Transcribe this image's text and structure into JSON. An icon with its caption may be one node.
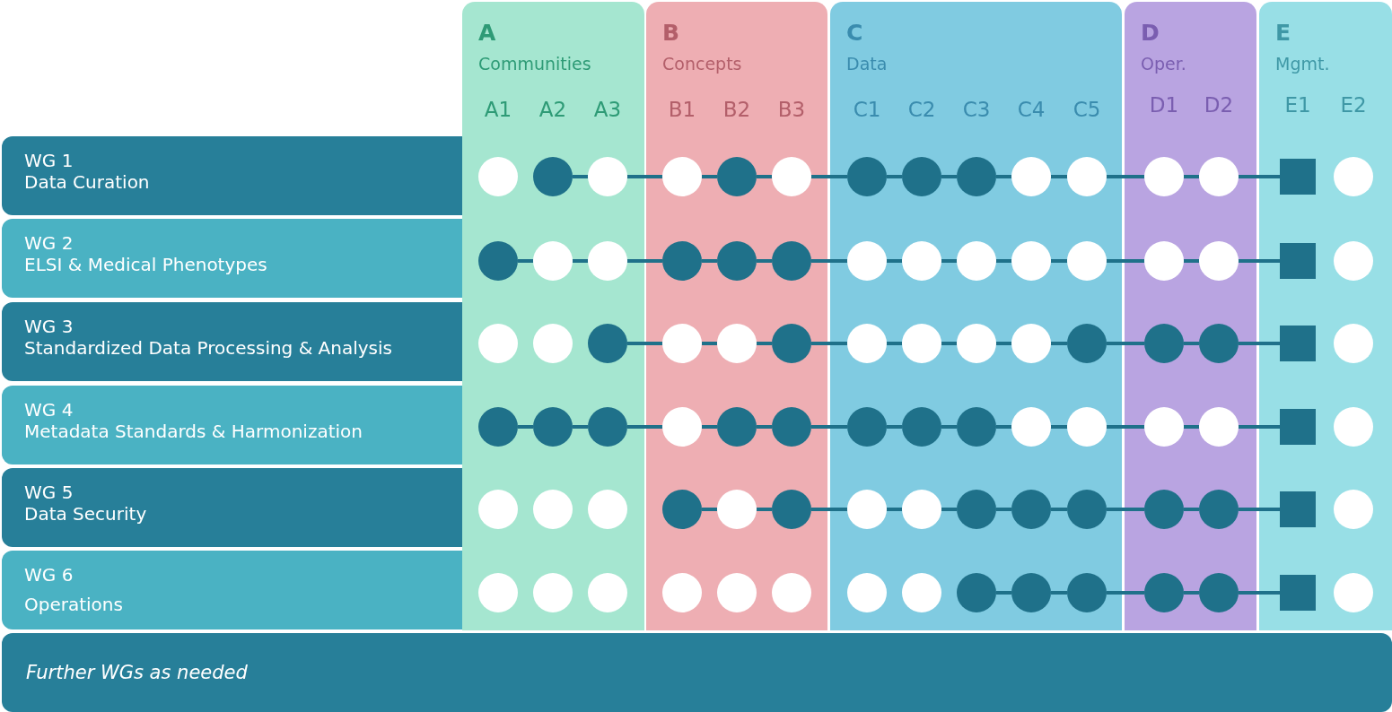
{
  "diagram": {
    "nodes": [
      {
        "text": [
          "A",
          "Communities",
          "A1",
          "A2",
          "A3"
        ]
      },
      {
        "text": [
          "B",
          "Concepts",
          "B1",
          "B2",
          "B3"
        ]
      },
      {
        "text": [
          "C",
          "Data",
          "C1",
          "C2",
          "C3",
          "C4",
          "C5"
        ]
      },
      {
        "text": [
          "D",
          "Oper.",
          "D1",
          "D2"
        ]
      },
      {
        "text": [
          "E",
          "Mgmt.",
          "E1",
          "E2"
        ]
      },
      {
        "text": [
          "WG 1",
          "Data Curation"
        ]
      },
      {
        "text": [
          "WG 2",
          "ELSI & Medical Phenotypes"
        ]
      },
      {
        "text": [
          "WG 3",
          "Standardized Data Processing & Analysis"
        ]
      },
      {
        "text": [
          "WG 4",
          "Metadata Standards & Harmonization"
        ]
      },
      {
        "text": [
          "WG 5",
          "Data Security"
        ]
      },
      {
        "text": [
          "WG 6",
          "Operations"
        ]
      },
      {
        "text": [
          "Further WGs as needed"
        ]
      },
      {
        "text": [],
        "shape": "circle",
        "in": 0
      },
      {
        "text": [],
        "shape": "circle",
        "in": 0
      },
      {
        "text": [],
        "shape": "circle",
        "in": 0
      },
      {
        "text": [],
        "shape": "circle",
        "in": 1
      },
      {
        "text": [],
        "shape": "circle",
        "in": 1
      },
      {
        "text": [],
        "shape": "circle",
        "in": 1
      },
      {
        "text": [],
        "shape": "circle",
        "in": 2
      },
      {
        "text": [],
        "shape": "circle",
        "in": 2
      },
      {
        "text": [],
        "shape": "circle",
        "in": 2
      },
      {
        "text": [],
        "shape": "circle",
        "in": 2
      },
      {
        "text": [],
        "shape": "circle",
        "in": 2
      },
      {
        "text": [],
        "shape": "circle",
        "in": 3
      },
      {
        "text": [],
        "shape": "circle",
        "in": 3
      },
      {
        "text": [],
        "shape": "box",
        "in": 4
      },
      {
        "text": [],
        "shape": "circle",
        "in": 4
      },
      {
        "text": [],
        "shape": "circle",
        "in": 0
      },
      {
        "text": [],
        "shape": "circle",
        "in": 0
      },
      {
        "text": [],
        "shape": "circle",
        "in": 0
      },
      {
        "text": [],
        "shape": "circle",
        "in": 1
      },
      {
        "text": [],
        "shape": "circle",
        "in": 1
      },
      {
        "text": [],
        "shape": "circle",
        "in": 1
      },
      {
        "text": [],
        "shape": "circle",
        "in": 2
      },
      {
        "text": [],
        "shape": "circle",
        "in": 2
      },
      {
        "text": [],
        "shape": "circle",
        "in": 2
      },
      {
        "text": [],
        "shape": "circle",
        "in": 2
      },
      {
        "text": [],
        "shape": "circle",
        "in": 2
      },
      {
        "text": [],
        "shape": "circle",
        "in": 3
      },
      {
        "text": [],
        "shape": "circle",
        "in": 3
      },
      {
        "text": [],
        "shape": "box",
        "in": 4
      },
      {
        "text": [],
        "shape": "circle",
        "in": 4
      },
      {
        "text": [],
        "shape": "circle",
        "in": 0
      },
      {
        "text": [],
        "shape": "circle",
        "in": 0
      },
      {
        "text": [],
        "shape": "circle",
        "in": 0
      },
      {
        "text": [],
        "shape": "circle",
        "in": 1
      },
      {
        "text": [],
        "shape": "circle",
        "in": 1
      },
      {
        "text": [],
        "shape": "circle",
        "in": 1
      },
      {
        "text": [],
        "shape": "circle",
        "in": 2
      },
      {
        "text": [],
        "shape": "circle",
        "in": 2
      },
      {
        "text": [],
        "shape": "circle",
        "in": 2
      },
      {
        "text": [],
        "shape": "circle",
        "in": 2
      },
      {
        "text": [],
        "shape": "circle",
        "in": 2
      },
      {
        "text": [],
        "shape": "circle",
        "in": 3
      },
      {
        "text": [],
        "shape": "circle",
        "in": 3
      },
      {
        "text": [],
        "shape": "box",
        "in": 4
      },
      {
        "text": [],
        "shape": "circle",
        "in": 4
      },
      {
        "text": [],
        "shape": "circle",
        "in": 0
      },
      {
        "text": [],
        "shape": "circle",
        "in": 0
      },
      {
        "text": [],
        "shape": "circle",
        "in": 0
      },
      {
        "text": [],
        "shape": "circle",
        "in": 1
      },
      {
        "text": [],
        "shape": "circle",
        "in": 1
      },
      {
        "text": [],
        "shape": "circle",
        "in": 1
      },
      {
        "text": [],
        "shape": "circle",
        "in": 2
      },
      {
        "text": [],
        "shape": "circle",
        "in": 2
      },
      {
        "text": [],
        "shape": "circle",
        "in": 2
      },
      {
        "text": [],
        "shape": "circle",
        "in": 2
      },
      {
        "text": [],
        "shape": "circle",
        "in": 2
      },
      {
        "text": [],
        "shape": "circle",
        "in": 3
      },
      {
        "text": [],
        "shape": "circle",
        "in": 3
      },
      {
        "text": [],
        "shape": "box",
        "in": 4
      },
      {
        "text": [],
        "shape": "circle",
        "in": 4
      },
      {
        "text": [],
        "shape": "circle",
        "in": 0
      },
      {
        "text": [],
        "shape": "circle",
        "in": 0
      },
      {
        "text": [],
        "shape": "circle",
        "in": 0
      },
      {
        "text": [],
        "shape": "circle",
        "in": 1
      },
      {
        "text": [],
        "shape": "circle",
        "in": 1
      },
      {
        "text": [],
        "shape": "circle",
        "in": 1
      },
      {
        "text": [],
        "shape": "circle",
        "in": 2
      },
      {
        "text": [],
        "shape": "circle",
        "in": 2
      },
      {
        "text": [],
        "shape": "circle",
        "in": 2
      },
      {
        "text": [],
        "shape": "circle",
        "in": 2
      },
      {
        "text": [],
        "shape": "circle",
        "in": 2
      },
      {
        "text": [],
        "shape": "circle",
        "in": 3
      },
      {
        "text": [],
        "shape": "circle",
        "in": 3
      },
      {
        "text": [],
        "shape": "box",
        "in": 4
      },
      {
        "text": [],
        "shape": "circle",
        "in": 4
      },
      {
        "text": [],
        "shape": "circle",
        "in": 0
      },
      {
        "text": [],
        "shape": "circle",
        "in": 0
      },
      {
        "text": [],
        "shape": "circle",
        "in": 0
      },
      {
        "text": [],
        "shape": "circle",
        "in": 1
      },
      {
        "text": [],
        "shape": "circle",
        "in": 1
      },
      {
        "text": [],
        "shape": "circle",
        "in": 1
      },
      {
        "text": [],
        "shape": "circle",
        "in": 2
      },
      {
        "text": [],
        "shape": "circle",
        "in": 2
      },
      {
        "text": [],
        "shape": "circle",
        "in": 2
      },
      {
        "text": [],
        "shape": "circle",
        "in": 2
      },
      {
        "text": [],
        "shape": "circle",
        "in": 2
      },
      {
        "text": [],
        "shape": "circle",
        "in": 3
      },
      {
        "text": [],
        "shape": "circle",
        "in": 3
      },
      {
        "text": [],
        "shape": "box",
        "in": 4
      },
      {
        "text": [],
        "shape": "circle",
        "in": 4
      }
    ],
    "edges": [
      {
        "from": 13,
        "to": 14,
        "arrow": "none"
      },
      {
        "from": 14,
        "to": 15,
        "arrow": "none"
      },
      {
        "from": 15,
        "to": 16,
        "arrow": "none"
      },
      {
        "from": 16,
        "to": 17,
        "arrow": "none"
      },
      {
        "from": 17,
        "to": 18,
        "arrow": "none"
      },
      {
        "from": 18,
        "to": 19,
        "arrow": "none"
      },
      {
        "from": 19,
        "to": 20,
        "arrow": "none"
      },
      {
        "from": 20,
        "to": 21,
        "arrow": "none"
      },
      {
        "from": 21,
        "to": 22,
        "arrow": "none"
      },
      {
        "from": 22,
        "to": 23,
        "arrow": "none"
      },
      {
        "from": 23,
        "to": 24,
        "arrow": "none"
      },
      {
        "from": 24,
        "to": 25,
        "arrow": "none"
      },
      {
        "from": 27,
        "to": 28,
        "arrow": "none"
      },
      {
        "from": 28,
        "to": 29,
        "arrow": "none"
      },
      {
        "from": 29,
        "to": 30,
        "arrow": "none"
      },
      {
        "from": 30,
        "to": 31,
        "arrow": "none"
      },
      {
        "from": 31,
        "to": 32,
        "arrow": "none"
      },
      {
        "from": 32,
        "to": 33,
        "arrow": "none"
      },
      {
        "from": 33,
        "to": 34,
        "arrow": "none"
      },
      {
        "from": 34,
        "to": 35,
        "arrow": "none"
      },
      {
        "from": 35,
        "to": 36,
        "arrow": "none"
      },
      {
        "from": 36,
        "to": 37,
        "arrow": "none"
      },
      {
        "from": 37,
        "to": 38,
        "arrow": "none"
      },
      {
        "from": 38,
        "to": 39,
        "arrow": "none"
      },
      {
        "from": 39,
        "to": 40,
        "arrow": "none"
      },
      {
        "from": 44,
        "to": 45,
        "arrow": "none"
      },
      {
        "from": 45,
        "to": 46,
        "arrow": "none"
      },
      {
        "from": 46,
        "to": 47,
        "arrow": "none"
      },
      {
        "from": 47,
        "to": 48,
        "arrow": "none"
      },
      {
        "from": 48,
        "to": 49,
        "arrow": "none"
      },
      {
        "from": 49,
        "to": 50,
        "arrow": "none"
      },
      {
        "from": 50,
        "to": 51,
        "arrow": "none"
      },
      {
        "from": 51,
        "to": 52,
        "arrow": "none"
      },
      {
        "from": 52,
        "to": 53,
        "arrow": "none"
      },
      {
        "from": 53,
        "to": 54,
        "arrow": "none"
      },
      {
        "from": 54,
        "to": 55,
        "arrow": "none"
      },
      {
        "from": 57,
        "to": 58,
        "arrow": "none"
      },
      {
        "from": 58,
        "to": 59,
        "arrow": "none"
      },
      {
        "from": 59,
        "to": 60,
        "arrow": "none"
      },
      {
        "from": 60,
        "to": 61,
        "arrow": "none"
      },
      {
        "from": 61,
        "to": 62,
        "arrow": "none"
      },
      {
        "from": 62,
        "to": 63,
        "arrow": "none"
      },
      {
        "from": 63,
        "to": 64,
        "arrow": "none"
      },
      {
        "from": 64,
        "to": 65,
        "arrow": "none"
      },
      {
        "from": 65,
        "to": 66,
        "arrow": "none"
      },
      {
        "from": 66,
        "to": 67,
        "arrow": "none"
      },
      {
        "from": 67,
        "to": 68,
        "arrow": "none"
      },
      {
        "from": 68,
        "to": 69,
        "arrow": "none"
      },
      {
        "from": 69,
        "to": 70,
        "arrow": "none"
      },
      {
        "from": 75,
        "to": 76,
        "arrow": "none"
      },
      {
        "from": 76,
        "to": 77,
        "arrow": "none"
      },
      {
        "from": 77,
        "to": 78,
        "arrow": "none"
      },
      {
        "from": 78,
        "to": 79,
        "arrow": "none"
      },
      {
        "from": 79,
        "to": 80,
        "arrow": "none"
      },
      {
        "from": 80,
        "to": 81,
        "arrow": "none"
      },
      {
        "from": 81,
        "to": 82,
        "arrow": "none"
      },
      {
        "from": 82,
        "to": 83,
        "arrow": "none"
      },
      {
        "from": 83,
        "to": 84,
        "arrow": "none"
      },
      {
        "from": 84,
        "to": 85,
        "arrow": "none"
      },
      {
        "from": 95,
        "to": 96,
        "arrow": "none"
      },
      {
        "from": 96,
        "to": 97,
        "arrow": "none"
      },
      {
        "from": 97,
        "to": 98,
        "arrow": "none"
      },
      {
        "from": 98,
        "to": 99,
        "arrow": "none"
      },
      {
        "from": 99,
        "to": 100,
        "arrow": "none"
      }
    ]
  }
}
